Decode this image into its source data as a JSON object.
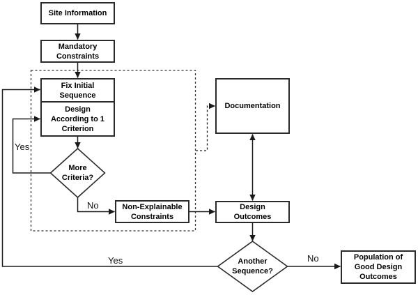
{
  "diagram": {
    "nodes": {
      "site_information": "Site Information",
      "mandatory_constraints": "Mandatory\nConstraints",
      "fix_initial_sequence": "Fix Initial\nSequence",
      "design_according_to_1_criterion": "Design\nAccording to 1\nCriterion",
      "more_criteria": "More\nCriteria?",
      "non_explainable_constraints": "Non-Explainable\nConstraints",
      "documentation": "Documentation",
      "design_outcomes": "Design\nOutcomes",
      "another_sequence": "Another\nSequence?",
      "population_of_good_design_outcomes": "Population of\nGood Design\nOutcomes"
    },
    "edge_labels": {
      "more_criteria_yes": "Yes",
      "more_criteria_no": "No",
      "another_sequence_yes": "Yes",
      "another_sequence_no": "No"
    },
    "colors": {
      "line": "#1a1a1a",
      "border": "#2a2a2a",
      "text": "#000000",
      "background": "#ffffff"
    }
  }
}
